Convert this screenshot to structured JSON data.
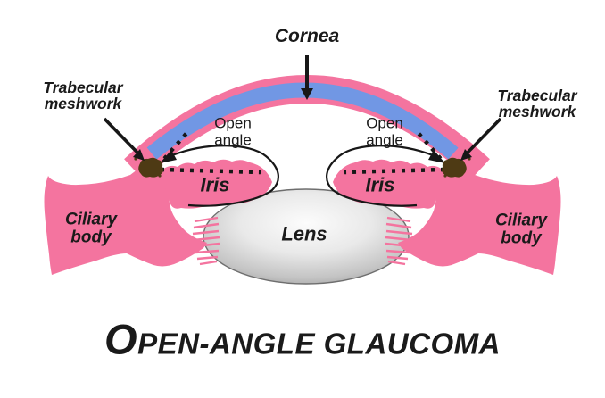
{
  "title": {
    "initial": "O",
    "rest": "PEN-ANGLE GLAUCOMA"
  },
  "labels": {
    "cornea": "Cornea",
    "trabecular_left": "Trabecular\nmeshwork",
    "trabecular_right": "Trabecular\nmeshwork",
    "open_angle_left": "Open\nangle",
    "open_angle_right": "Open\nangle",
    "iris_left": "Iris",
    "iris_right": "Iris",
    "lens": "Lens",
    "ciliary_left": "Ciliary\nbody",
    "ciliary_right": "Ciliary\nbody"
  },
  "colors": {
    "tissue_pink": "#F4749F",
    "cornea_blue": "#7197E4",
    "trabecular_brown": "#4E3A14",
    "line_black": "#171717",
    "text_black": "#1A1A1A",
    "lens_light": "#FCFCFC",
    "lens_mid": "#C4C4C4",
    "lens_dark": "#8B8B8B",
    "background": "#FFFFFF"
  }
}
